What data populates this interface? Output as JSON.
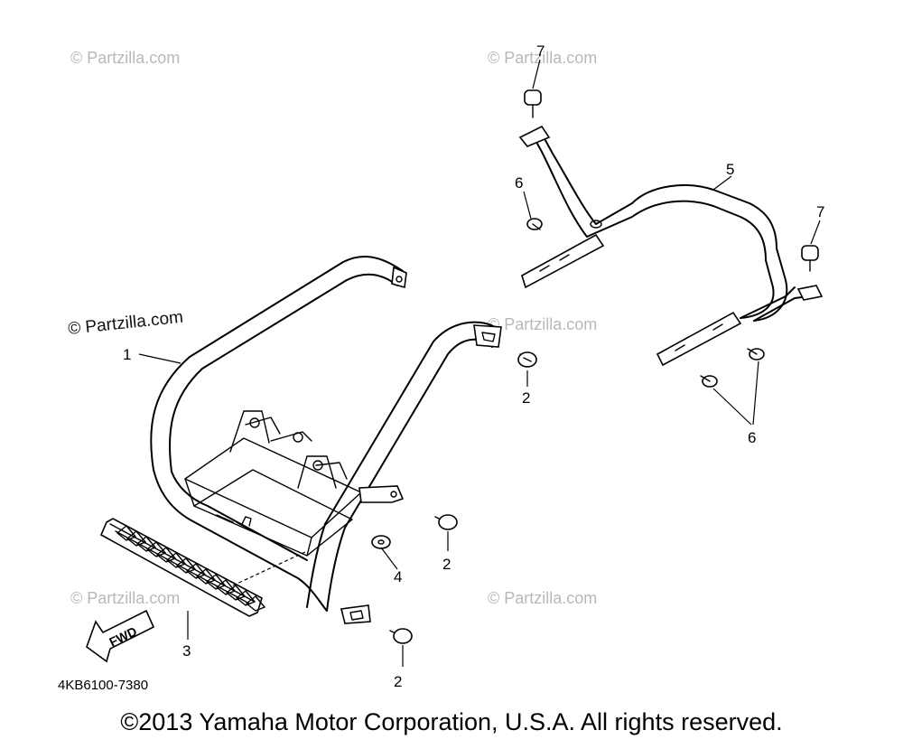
{
  "watermarks": {
    "w1": "© Partzilla.com",
    "w2": "© Partzilla.com",
    "w3": "© Partzilla.com",
    "w4": "© Partzilla.com",
    "w5": "© Partzilla.com",
    "w6": "© Partzilla.com"
  },
  "labels": {
    "p1": "1",
    "p2a": "2",
    "p2b": "2",
    "p2c": "2",
    "p3": "3",
    "p4": "4",
    "p5": "5",
    "p6a": "6",
    "p6b": "6",
    "p7a": "7",
    "p7b": "7"
  },
  "fwd_label": "FWD",
  "diagram_code": "4KB6100-7380",
  "copyright": "©2013 Yamaha Motor Corporation, U.S.A. All rights reserved."
}
